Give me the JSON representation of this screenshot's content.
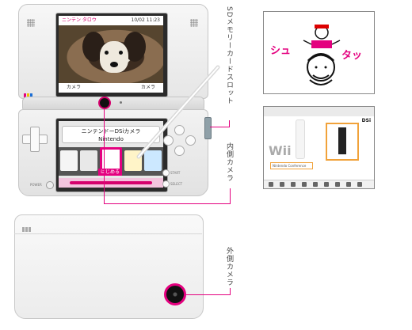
{
  "labels": {
    "sd_slot": "SDメモリーカードスロット",
    "inner_camera": "内側カメラ",
    "outer_camera": "外側カメラ"
  },
  "top_screen": {
    "user_name": "ニンテン タロウ",
    "datetime": "10/02 11:23",
    "left_softkey": "カメラ",
    "right_softkey": "カメラ"
  },
  "bottom_screen": {
    "title_line1": "ニンテンドーDSiカメラ",
    "title_line2": "Nintendo",
    "selected_app_label": "はじめる"
  },
  "device_labels": {
    "power": "POWER",
    "start": "START",
    "select": "SELECT"
  },
  "thumb_doodle": {
    "left_text": "シュ",
    "right_text": "タッ"
  },
  "thumb_web": {
    "brand": "DSi",
    "logo": "Wii",
    "banner": "Nintendo Conference"
  },
  "colors": {
    "accent": "#e4007f"
  }
}
